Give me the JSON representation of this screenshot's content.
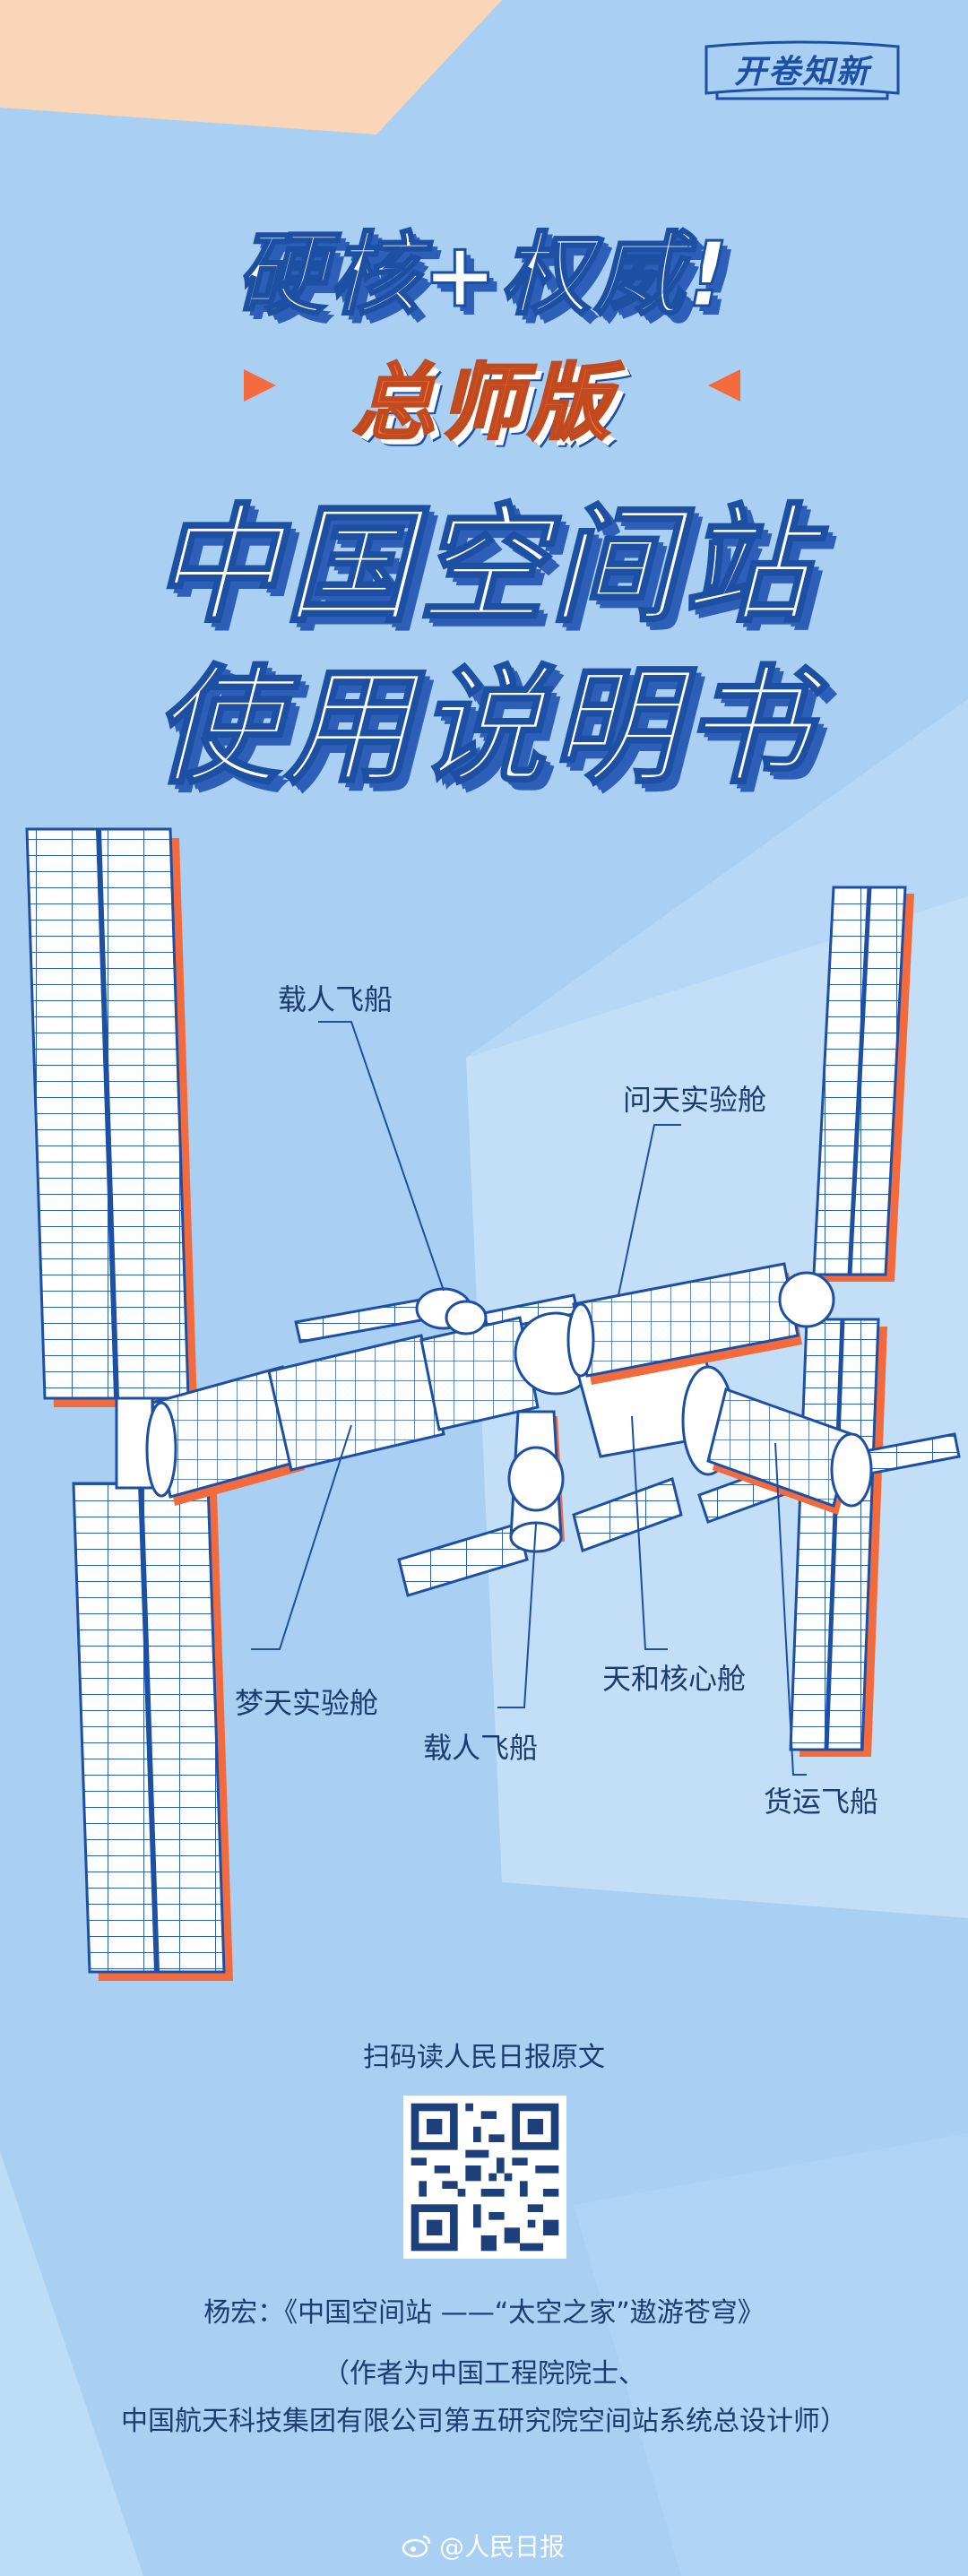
{
  "badge": {
    "label": "开卷知新"
  },
  "title": {
    "line1": "硬核+权威!",
    "line2": "总师版",
    "line3": "中国空间站",
    "line4": "使用说明书"
  },
  "diagram": {
    "labels": {
      "crew_ship_top": "载人飞船",
      "wentian": "问天实验舱",
      "mengtian": "梦天实验舱",
      "crew_ship_bottom": "载人飞船",
      "tianhe": "天和核心舱",
      "cargo_ship": "货运飞船"
    }
  },
  "footer": {
    "scan_prompt": "扫码读人民日报原文",
    "citation": "杨宏：《中国空间站 ——“太空之家”遨游苍穹》",
    "author_line1": "（作者为中国工程院院士、",
    "author_line2": "中国航天科技集团有限公司第五研究院空间站系统总设计师）",
    "watermark": "@人民日报"
  },
  "colors": {
    "background": "#a9cff3",
    "accent_orange": "#f36a3c",
    "dark_blue": "#1d4fa3",
    "text": "#1c3b6e"
  }
}
